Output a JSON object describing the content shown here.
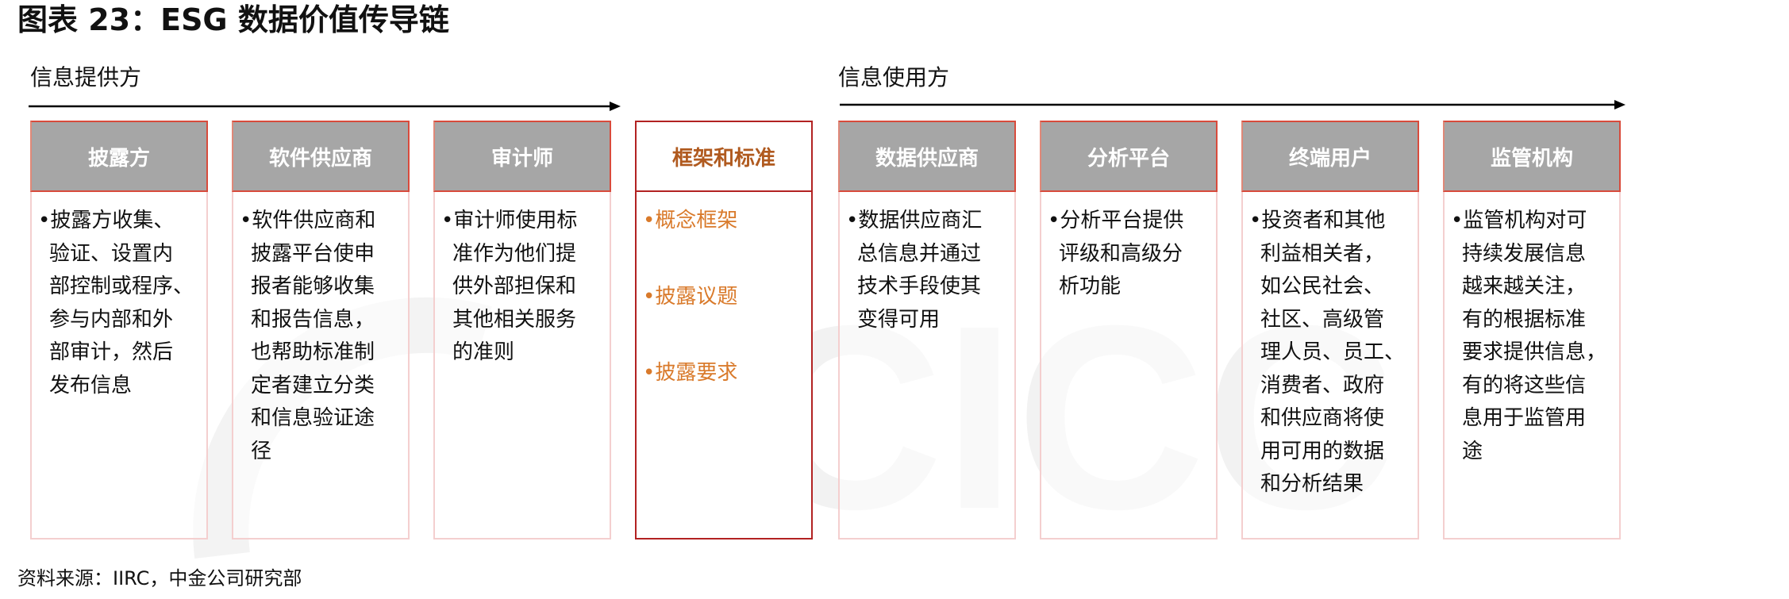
{
  "title": "图表 23：ESG 数据价值传导链",
  "providers": {
    "left_label": "信息提供方",
    "right_label": "信息使用方"
  },
  "columns": [
    {
      "header": "披露方",
      "lines": [
        "•披露方收集、",
        "验证、设置内",
        "部控制或程序、",
        "参与内部和外",
        "部审计，然后",
        "发布信息"
      ]
    },
    {
      "header": "软件供应商",
      "lines": [
        "•软件供应商和",
        "披露平台使申",
        "报者能够收集",
        "和报告信息，",
        "也帮助标准制",
        "定者建立分类",
        "和信息验证途",
        "径"
      ]
    },
    {
      "header": "审计师",
      "lines": [
        "•审计师使用标",
        "准作为他们提",
        "供外部担保和",
        "其他相关服务",
        "的准则"
      ]
    },
    {
      "header": "框架和标准",
      "items": [
        "•概念框架",
        "•披露议题",
        "•披露要求"
      ]
    },
    {
      "header": "数据供应商",
      "lines": [
        "•数据供应商汇",
        "总信息并通过",
        "技术手段使其",
        "变得可用"
      ]
    },
    {
      "header": "分析平台",
      "lines": [
        "•分析平台提供",
        "评级和高级分",
        "析功能"
      ]
    },
    {
      "header": "终端用户",
      "lines": [
        "•投资者和其他",
        "利益相关者，",
        "如公民社会、",
        "社区、高级管",
        "理人员、员工、",
        "消费者、政府",
        "和供应商将使",
        "用可用的数据",
        "和分析结果"
      ]
    },
    {
      "header": "监管机构",
      "lines": [
        "•监管机构对可",
        "持续发展信息",
        "越来越关注，",
        "有的根据标准",
        "要求提供信息，",
        "有的将这些信",
        "息用于监管用",
        "途"
      ]
    }
  ],
  "source": "资料来源：IIRC，中金公司研究部",
  "colors": {
    "header_gray": "#a6a6a6",
    "header_border": "#d84b3c",
    "framework_border": "#b22222",
    "framework_text": "#d97a2b",
    "framework_title": "#b05a1f"
  }
}
